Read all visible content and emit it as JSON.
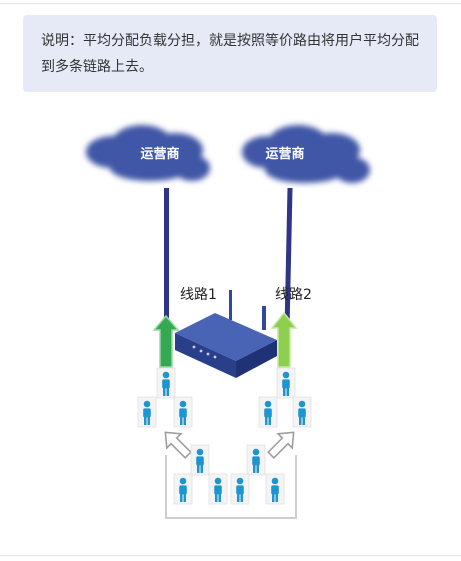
{
  "note": {
    "text": "说明：平均分配负载分担，就是按照等价路由将用户平均分配到多条链路上去。"
  },
  "diagram": {
    "isp_left_label": "运营商",
    "isp_right_label": "运营商",
    "link1_label": "线路1",
    "link2_label": "线路2",
    "colors": {
      "cloud": "#3f56a6",
      "router": "#2f4a9a",
      "cable": "#2e3587",
      "arrow_left": "#35a853",
      "arrow_right": "#8fcf4f",
      "user": "#1f95cf"
    }
  }
}
